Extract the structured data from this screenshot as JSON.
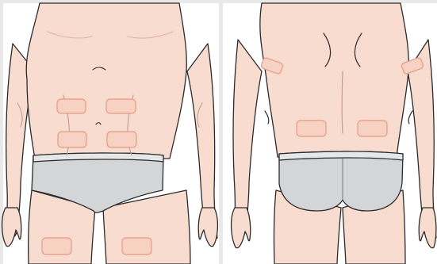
{
  "figure": {
    "panels": [
      {
        "id": "front",
        "view": "front",
        "sites": [
          {
            "id": "abdomen-upper-left"
          },
          {
            "id": "abdomen-upper-right"
          },
          {
            "id": "abdomen-lower-left"
          },
          {
            "id": "abdomen-lower-right"
          },
          {
            "id": "thigh-left"
          },
          {
            "id": "thigh-right"
          }
        ]
      },
      {
        "id": "back",
        "view": "back",
        "sites": [
          {
            "id": "upper-arm-left"
          },
          {
            "id": "upper-arm-right"
          },
          {
            "id": "lower-back-left"
          },
          {
            "id": "lower-back-right"
          }
        ]
      }
    ]
  },
  "colors": {
    "background": "#e9e9e9",
    "panel": "#ffffff",
    "skin": "#f9dcd0",
    "skin_shadow": "#f0c2b2",
    "outline": "#2b2b2b",
    "brief": "#d4d5d7",
    "brief_band": "#e6e7e8",
    "site_fill": "#f7d2c3",
    "site_stroke": "#e79a84"
  }
}
